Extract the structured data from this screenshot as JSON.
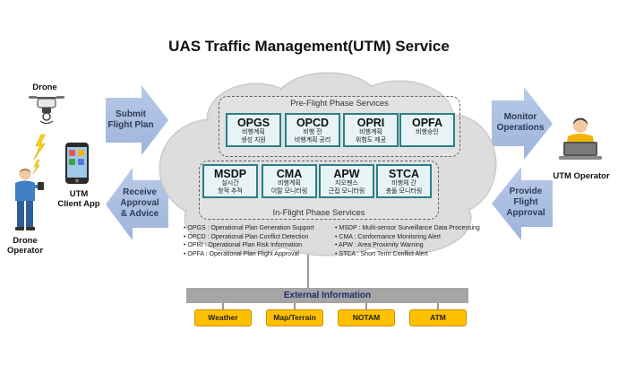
{
  "title": "UAS Traffic Management(UTM) Service",
  "left": {
    "drone_label": "Drone",
    "operator_label": "Drone\nOperator",
    "client_app_label": "UTM\nClient App",
    "arrow_submit": "Submit\nFlight Plan",
    "arrow_receive": "Receive\nApproval\n& Advice"
  },
  "right": {
    "arrow_monitor": "Monitor\nOperations",
    "arrow_provide": "Provide\nFlight\nApproval",
    "operator_label": "UTM Operator"
  },
  "pre_flight": {
    "label": "Pre-Flight Phase Services",
    "services": [
      {
        "code": "OPGS",
        "desc": "비행계획\n생성 지원"
      },
      {
        "code": "OPCD",
        "desc": "비행 전\n비행계획 공리"
      },
      {
        "code": "OPRI",
        "desc": "비행계획\n위험도 제공"
      },
      {
        "code": "OPFA",
        "desc": "비행승인"
      }
    ]
  },
  "in_flight": {
    "label": "In-Flight Phase Services",
    "services": [
      {
        "code": "MSDP",
        "desc": "실시간\n항적 추적"
      },
      {
        "code": "CMA",
        "desc": "비행계획\n이탈 모니터링"
      },
      {
        "code": "APW",
        "desc": "지오펜스\n근접 모니터링"
      },
      {
        "code": "STCA",
        "desc": "비행체 간\n충돌 모니터링"
      }
    ]
  },
  "legend_left": [
    "• OPGS : Operational Plan Generation Support",
    "• OPCD : Operational Plan Conflict Detection",
    "• OPRI : Operational Plan Risk Information",
    "• OPFA : Operational Plan Flight Approval"
  ],
  "legend_right": [
    "• MSDP : Multi-sensor Surveillance Data Processing",
    "• CMA : Conformance Monitoring Alert",
    "• APW : Area Proximity Warning",
    "• STCA : Short Term Conflict Alert"
  ],
  "external": {
    "label": "External Information",
    "sources": [
      "Weather",
      "Map/Terrain",
      "NOTAM",
      "ATM"
    ]
  },
  "colors": {
    "arrow_fill": "#a9bde0",
    "service_border": "#2a7f86",
    "source_fill": "#ffc000",
    "cloud_fill": "#d7d7d7"
  }
}
